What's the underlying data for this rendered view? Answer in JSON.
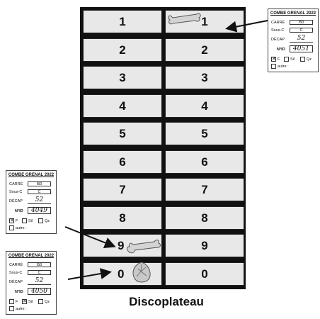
{
  "tray": {
    "title": "Discoplateau",
    "rows": [
      {
        "left": "1",
        "right": "1"
      },
      {
        "left": "2",
        "right": "2"
      },
      {
        "left": "3",
        "right": "3"
      },
      {
        "left": "4",
        "right": "4"
      },
      {
        "left": "5",
        "right": "5"
      },
      {
        "left": "6",
        "right": "6"
      },
      {
        "left": "7",
        "right": "7"
      },
      {
        "left": "8",
        "right": "8"
      },
      {
        "left": "9",
        "right": "9"
      },
      {
        "left": "0",
        "right": "0"
      }
    ]
  },
  "cards": [
    {
      "title": "COMBE GRENAL 2022",
      "carre_label": "CARRÉ",
      "carre": "I50",
      "sousc_label": "Sous-C",
      "sousc": "C",
      "decap_label": "DÉCAP",
      "decap": "52",
      "nid_label": "N°ID",
      "nid": "4051",
      "opt1": "F",
      "opt2": "Sil",
      "opt3": "Qz",
      "autre": "autre :",
      "checked": "F"
    },
    {
      "title": "COMBE GRENAL 2022",
      "carre_label": "CARRÉ",
      "carre": "I50",
      "sousc_label": "Sous-C",
      "sousc": "C",
      "decap_label": "DÉCAP",
      "decap": "52",
      "nid_label": "N°ID",
      "nid": "4049",
      "opt1": "F",
      "opt2": "Sil",
      "opt3": "Qz",
      "autre": "autre :",
      "checked": "F"
    },
    {
      "title": "COMBE GRENAL 2022",
      "carre_label": "CARRÉ",
      "carre": "I50",
      "sousc_label": "Sous-C",
      "sousc": "C",
      "decap_label": "DÉCAP",
      "decap": "52",
      "nid_label": "N°ID",
      "nid": "4050",
      "opt1": "F",
      "opt2": "Sil",
      "opt3": "Qz",
      "autre": "autre :",
      "checked": "Sil"
    }
  ],
  "icons": [
    "bone-icon",
    "bone-icon",
    "flint-icon"
  ]
}
